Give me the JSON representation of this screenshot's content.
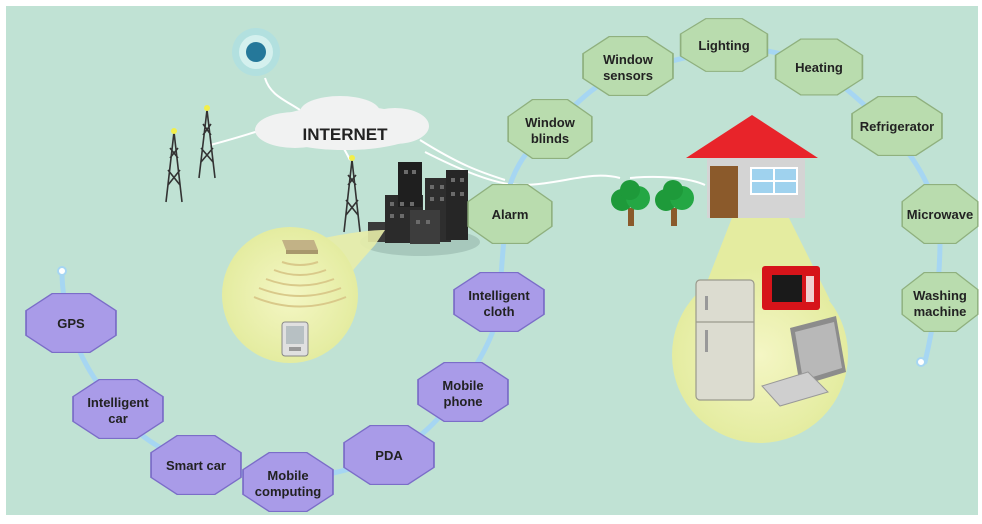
{
  "internet_label": "INTERNET",
  "colors": {
    "background": "#c0e2d4",
    "green_node": "#b9dcae",
    "purple_node": "#a99be8",
    "connector": "#a6d6f2",
    "roof": "#e8242a"
  },
  "home_network": {
    "alarm": "Alarm",
    "window_blinds": [
      "Window",
      "blinds"
    ],
    "window_sensors": [
      "Window",
      "sensors"
    ],
    "lighting": "Lighting",
    "heating": "Heating",
    "refrigerator": "Refrigerator",
    "microwave": "Microwave",
    "washing_machine": [
      "Washing",
      "machine"
    ]
  },
  "mobile_network": {
    "intelligent_cloth": [
      "Intelligent",
      "cloth"
    ],
    "mobile_phone": [
      "Mobile",
      "phone"
    ],
    "pda": "PDA",
    "mobile_computing": [
      "Mobile",
      "computing"
    ],
    "smart_car": "Smart car",
    "intelligent_car": [
      "Intelligent",
      "car"
    ],
    "gps": "GPS"
  }
}
